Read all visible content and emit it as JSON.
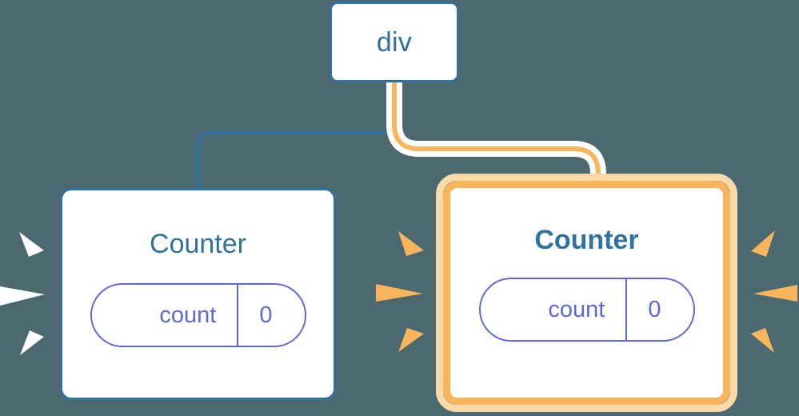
{
  "diagram": {
    "title": "React component tree re-render highlight",
    "background_color": "#4c6870",
    "root": {
      "label": "div",
      "border_color": "#31719f",
      "text_color": "#31719f"
    },
    "children": [
      {
        "id": "counter-left",
        "label": "Counter",
        "highlighted": false,
        "border_color": "#31719f",
        "title_color": "#31719f",
        "title_weight": "normal",
        "prop": {
          "key": "count",
          "value": "0",
          "color": "#5c67d8"
        },
        "spark_color": "#ffffff"
      },
      {
        "id": "counter-right",
        "label": "Counter",
        "highlighted": true,
        "border_color": "#f8b55c",
        "glow_color": "#fbd9a8",
        "title_color": "#31719f",
        "title_weight": "bold",
        "prop": {
          "key": "count",
          "value": "0",
          "color": "#5c67d8"
        },
        "spark_color": "#f8b55c"
      }
    ],
    "connectors": [
      {
        "id": "edge-div-to-counter-left",
        "from": "div",
        "to": "counter-left",
        "color": "#31719f",
        "highlighted": false
      },
      {
        "id": "edge-div-to-counter-right",
        "from": "div",
        "to": "counter-right",
        "color": "#f8b55c",
        "halo_color": "#ffffff",
        "highlighted": true
      }
    ]
  }
}
